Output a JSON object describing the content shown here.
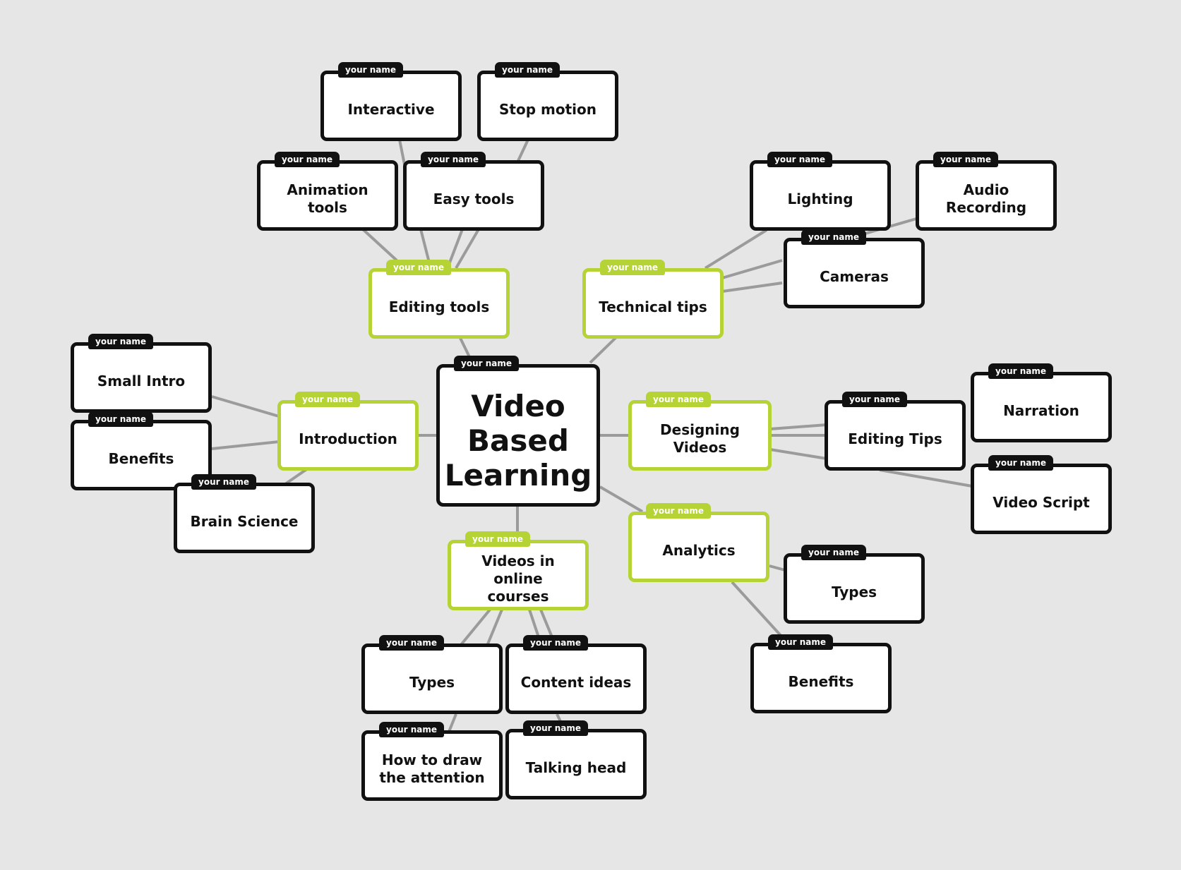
{
  "map": {
    "tag_text": "your name",
    "colors": {
      "background": "#e6e6e6",
      "primary_border": "#111111",
      "secondary_border": "#b5d335",
      "connector": "#9b9b9b"
    },
    "center": {
      "lines": [
        "Video",
        "Based",
        "Learning"
      ]
    },
    "nodes": [
      {
        "id": "interactive",
        "label": "Interactive",
        "level": 2
      },
      {
        "id": "stop-motion",
        "label": "Stop motion",
        "level": 2
      },
      {
        "id": "animation-tools",
        "label": "Animation tools",
        "level": 2
      },
      {
        "id": "easy-tools",
        "label": "Easy tools",
        "level": 2
      },
      {
        "id": "editing-tools",
        "label": "Editing tools",
        "level": 1
      },
      {
        "id": "lighting",
        "label": "Lighting",
        "level": 2
      },
      {
        "id": "audio-recording",
        "label": "Audio Recording",
        "level": 2
      },
      {
        "id": "cameras",
        "label": "Cameras",
        "level": 2
      },
      {
        "id": "technical-tips",
        "label": "Technical tips",
        "level": 1
      },
      {
        "id": "small-intro",
        "label": "Small Intro",
        "level": 2
      },
      {
        "id": "benefits-intro",
        "label": "Benefits",
        "level": 2
      },
      {
        "id": "brain-science",
        "label": "Brain Science",
        "level": 2
      },
      {
        "id": "introduction",
        "label": "Introduction",
        "level": 1
      },
      {
        "id": "designing-videos",
        "label": "Designing Videos",
        "level": 1
      },
      {
        "id": "editing-tips",
        "label": "Editing Tips",
        "level": 2
      },
      {
        "id": "narration",
        "label": "Narration",
        "level": 2
      },
      {
        "id": "video-script",
        "label": "Video Script",
        "level": 2
      },
      {
        "id": "analytics",
        "label": "Analytics",
        "level": 1
      },
      {
        "id": "types-analytics",
        "label": "Types",
        "level": 2
      },
      {
        "id": "benefits-analytics",
        "label": "Benefits",
        "level": 2
      },
      {
        "id": "videos-online",
        "label": "Videos in online courses",
        "level": 1
      },
      {
        "id": "types-videos",
        "label": "Types",
        "level": 2
      },
      {
        "id": "content-ideas",
        "label": "Content ideas",
        "level": 2
      },
      {
        "id": "draw-attention",
        "label": "How to draw the attention",
        "level": 2
      },
      {
        "id": "talking-head",
        "label": "Talking head",
        "level": 2
      }
    ]
  }
}
